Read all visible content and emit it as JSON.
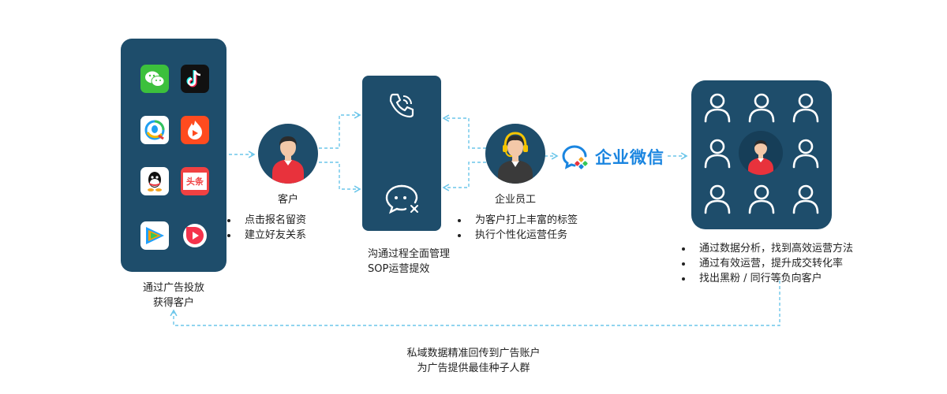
{
  "apps": [
    {
      "icon": "wechat-icon",
      "color": "#3cc03c"
    },
    {
      "icon": "douyin-icon",
      "color": "#111111"
    },
    {
      "icon": "qq-browser-icon",
      "color": "#ffffff"
    },
    {
      "icon": "kuaishou-icon",
      "color": "#ff4b1f"
    },
    {
      "icon": "qq-icon",
      "color": "#ffffff"
    },
    {
      "icon": "toutiao-icon",
      "color": "#f04142",
      "text": "头条"
    },
    {
      "icon": "tencent-video-icon",
      "color": "#ffffff"
    },
    {
      "icon": "weishi-icon",
      "color": "#ffffff"
    }
  ],
  "channels": {
    "caption_line1": "通过广告投放",
    "caption_line2": "获得客户"
  },
  "customer": {
    "label": "客户",
    "bullets": [
      "点击报名留资",
      "建立好友关系"
    ]
  },
  "sop": {
    "caption_line1": "沟通过程全面管理",
    "caption_line2": "SOP运营提效"
  },
  "staff": {
    "label": "企业员工",
    "bullets": [
      "为客户打上丰富的标签",
      "执行个性化运营任务"
    ]
  },
  "wecom": {
    "label": "企业微信",
    "color": "#1a85e0"
  },
  "analysis": {
    "bullets": [
      "通过数据分析，找到高效运营方法",
      "通过有效运营，提升成交转化率",
      "找出黑粉 / 同行等负向客户"
    ]
  },
  "feedback": {
    "line1": "私域数据精准回传到广告账户",
    "line2": "为广告提供最佳种子人群"
  },
  "colors": {
    "panel": "#1e4d6b",
    "connector": "#6cc6ea"
  }
}
